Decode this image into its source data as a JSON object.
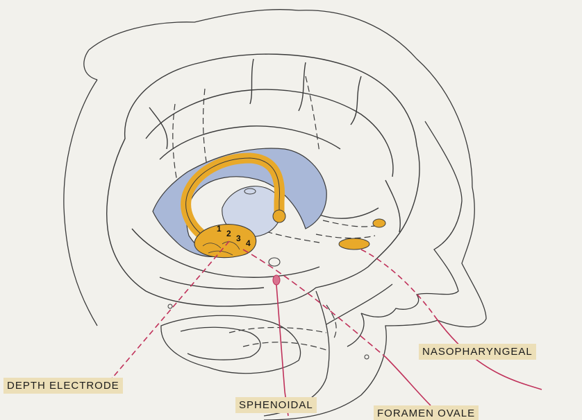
{
  "labels": {
    "depth_electrode": "DEPTH ELECTRODE",
    "sphenoidal": "SPHENOIDAL",
    "foramen_ovale": "FORAMEN OVALE",
    "nasopharyngeal": "NASOPHARYNGEAL"
  },
  "contact_numbers": [
    "1",
    "2",
    "3",
    "4"
  ],
  "colors": {
    "background": "#f2f1ec",
    "outline": "#3a3a3a",
    "ventricle": "#a9b8d8",
    "hippocampus": "#e8a92a",
    "electrode": "#c0315a",
    "label_bg": "#ecdfb8"
  }
}
